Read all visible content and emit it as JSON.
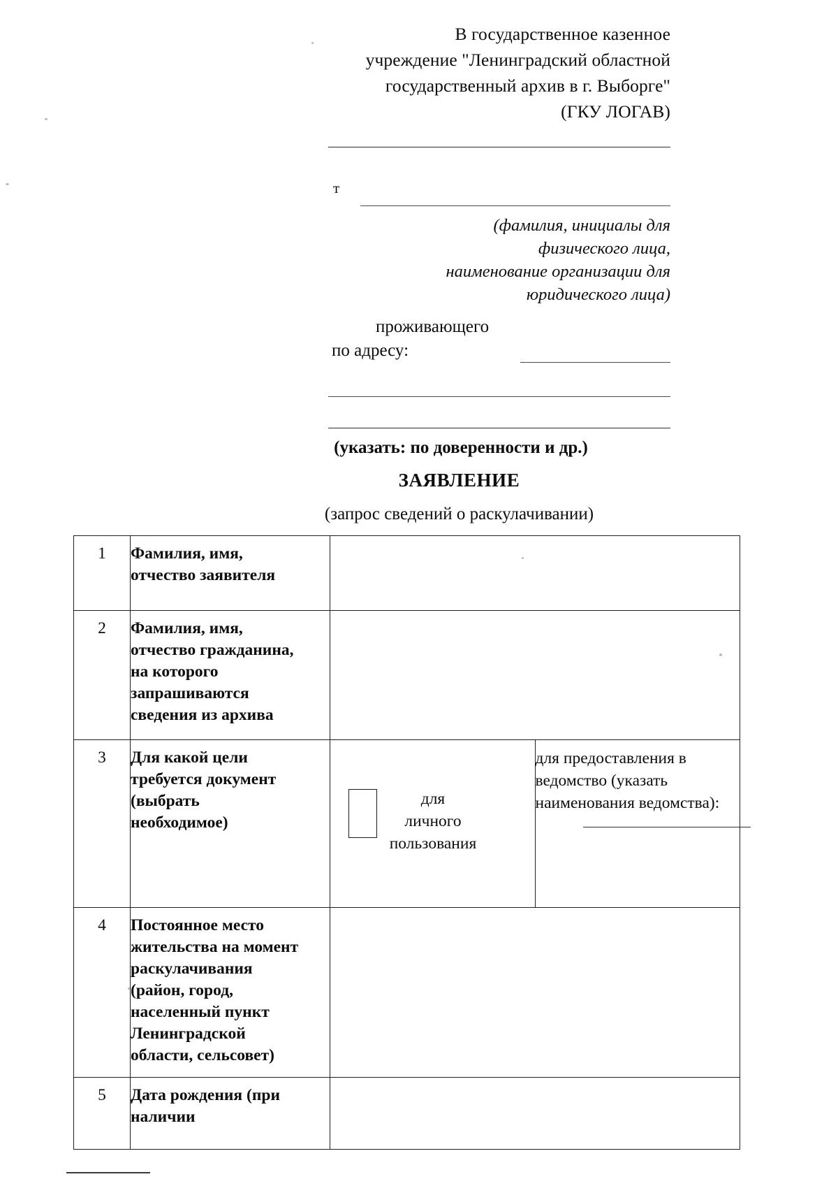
{
  "document": {
    "addressee": [
      "В государственное казенное",
      "учреждение \"Ленинградский областной",
      "государственный архив в г. Выборге\"",
      "(ГКУ ЛОГАВ)"
    ],
    "applicant_marker": "т",
    "applicant_caption": [
      "(фамилия, инициалы для",
      "физического лица,",
      "наименование организации для",
      "юридического лица)"
    ],
    "residence_line_1": "проживающего",
    "residence_line_2": "по адресу:",
    "authority_note": "(указать: по доверенности и др.)",
    "title": "ЗАЯВЛЕНИЕ",
    "subtitle": "(запрос сведений о раскулачивании)"
  },
  "table": {
    "rows": [
      {
        "num": "1",
        "label": "Фамилия, имя,\nотчество заявителя",
        "value": ""
      },
      {
        "num": "2",
        "label": "Фамилия, имя,\nотчество гражданина,\nна которого\nзапрашиваются\nсведения из архива",
        "value": ""
      },
      {
        "num": "3",
        "label": "Для какой цели\nтребуется документ\n(выбрать\nнеобходимое)",
        "choice_label": "для\nличного\nпользования",
        "dept_label": "для предоставления в\nведомство (указать\nнаименования ведомства):",
        "value": ""
      },
      {
        "num": "4",
        "label": "Постоянное место\nжительства на момент\nраскулачивания\n(район, город,\nнаселенный пункт\nЛенинградской\nобласти, сельсовет)",
        "value": ""
      },
      {
        "num": "5",
        "label": "Дата рождения (при\nналичии",
        "value": ""
      }
    ]
  },
  "colors": {
    "ink": "#0d0d0d",
    "rule": "#2c2c2c",
    "paper": "#ffffff"
  }
}
